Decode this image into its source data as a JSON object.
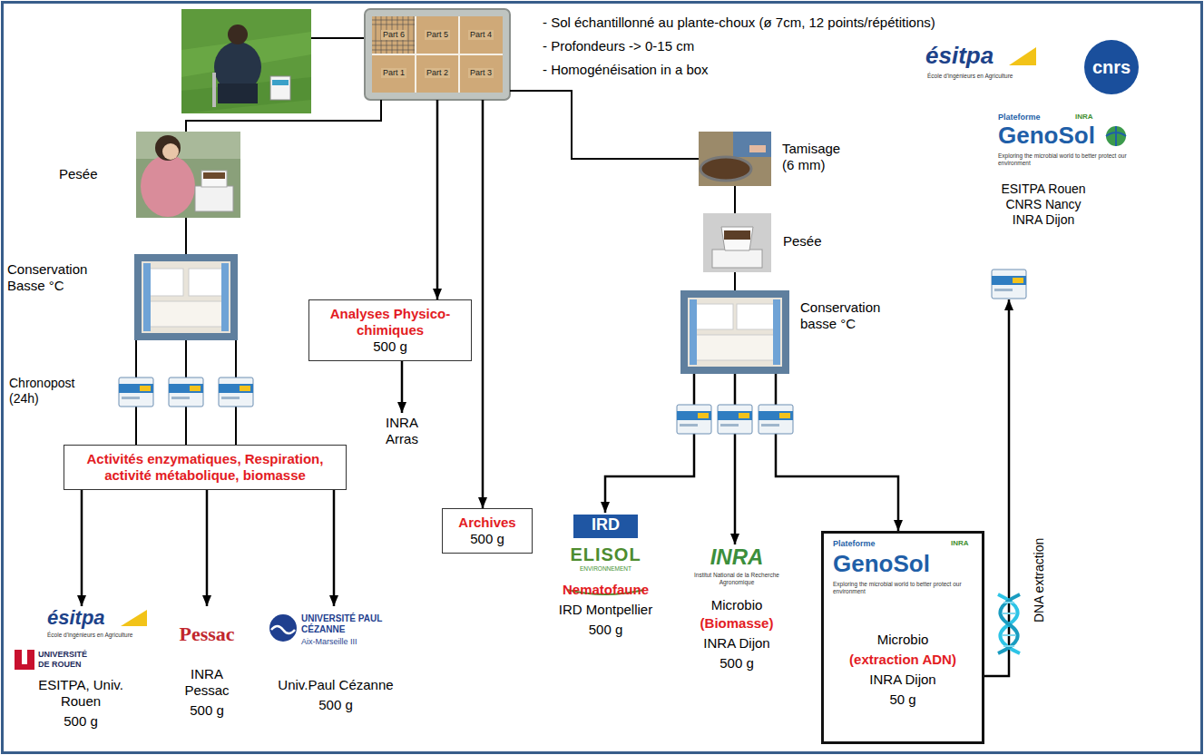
{
  "diagram": {
    "nodes": [
      {
        "text": [
          "Part 6",
          "Part 5",
          "Part 4",
          "Part 1",
          "Part 2",
          "Part 3"
        ]
      },
      {
        "text": [
          "Pesée"
        ]
      },
      {
        "text": [
          "Conservation Basse °C"
        ]
      },
      {
        "text": [
          "Activités enzymatiques, Respiration, activité métabolique, biomasse"
        ]
      },
      {
        "text": [
          "ésitpa",
          "École d'ingénieurs en Agriculture",
          "UNIVERSITÉ DE ROUEN",
          "ESITPA, Univ. Rouen",
          "500 g"
        ]
      },
      {
        "text": [
          "Pessac",
          "INRA Pessac",
          "500 g"
        ]
      },
      {
        "text": [
          "UNIVERSITÉ PAUL CÉZANNE",
          "Aix-Marseille III",
          "Univ.Paul Cézanne",
          "500 g"
        ]
      },
      {
        "text": [
          "Analyses Physico-chimiques",
          "500 g"
        ]
      },
      {
        "text": [
          "INRA Arras"
        ]
      },
      {
        "text": [
          "Archives",
          "500 g"
        ]
      },
      {
        "text": [
          "Tamisage (6 mm)"
        ]
      },
      {
        "text": [
          "Pesée"
        ]
      },
      {
        "text": [
          "Conservation basse °C"
        ]
      },
      {
        "text": [
          "IRD",
          "ELISOL",
          "ENVIRONNEMENT",
          "Nematofaune",
          "IRD Montpellier",
          "500 g"
        ]
      },
      {
        "text": [
          "INRA",
          "Institut National de la Recherche Agronomique",
          "Microbio",
          "(Biomasse)",
          "INRA Dijon",
          "500 g"
        ]
      },
      {
        "text": [
          "Plateforme",
          "INRA",
          "GenoSol",
          "Exploring the microbial world to better protect our environment",
          "Microbio",
          "(extraction ADN)",
          "INRA Dijon",
          "50 g"
        ]
      },
      {
        "text": [
          "ésitpa",
          "École d'ingénieurs en Agriculture",
          "cnrs",
          "Plateforme",
          "INRA",
          "GenoSol",
          "Exploring the microbial world to better protect our environment",
          "ESITPA Rouen CNRS Nancy INRA Dijon"
        ]
      }
    ],
    "edges": [
      {
        "from": 0,
        "to": 1,
        "arrow": "none"
      },
      {
        "from": 1,
        "to": 2,
        "arrow": "none"
      },
      {
        "from": 2,
        "to": 3,
        "arrow": "none"
      },
      {
        "from": 2,
        "to": 3,
        "arrow": "none"
      },
      {
        "from": 2,
        "to": 3,
        "arrow": "none"
      },
      {
        "from": 3,
        "to": 4,
        "arrow": "to"
      },
      {
        "from": 3,
        "to": 5,
        "arrow": "to"
      },
      {
        "from": 3,
        "to": 6,
        "arrow": "to"
      },
      {
        "from": 0,
        "to": 7,
        "arrow": "to"
      },
      {
        "from": 7,
        "to": 8,
        "arrow": "to"
      },
      {
        "from": 0,
        "to": 9,
        "arrow": "to"
      },
      {
        "from": 0,
        "to": 10,
        "arrow": "none"
      },
      {
        "from": 10,
        "to": 11,
        "arrow": "none"
      },
      {
        "from": 11,
        "to": 12,
        "arrow": "none"
      },
      {
        "from": 12,
        "to": 13,
        "arrow": "to"
      },
      {
        "from": 12,
        "to": 14,
        "arrow": "to"
      },
      {
        "from": 12,
        "to": 15,
        "arrow": "to"
      },
      {
        "from": 15,
        "to": 16,
        "arrow": "to"
      }
    ],
    "labels": [
      "- Sol échantillonné au plante-choux (ø 7cm, 12 points/répétitions)",
      "- Profondeurs -> 0-15 cm",
      "- Homogénéisation in a box",
      "Chronopost (24h)",
      "DNA extraction"
    ]
  }
}
